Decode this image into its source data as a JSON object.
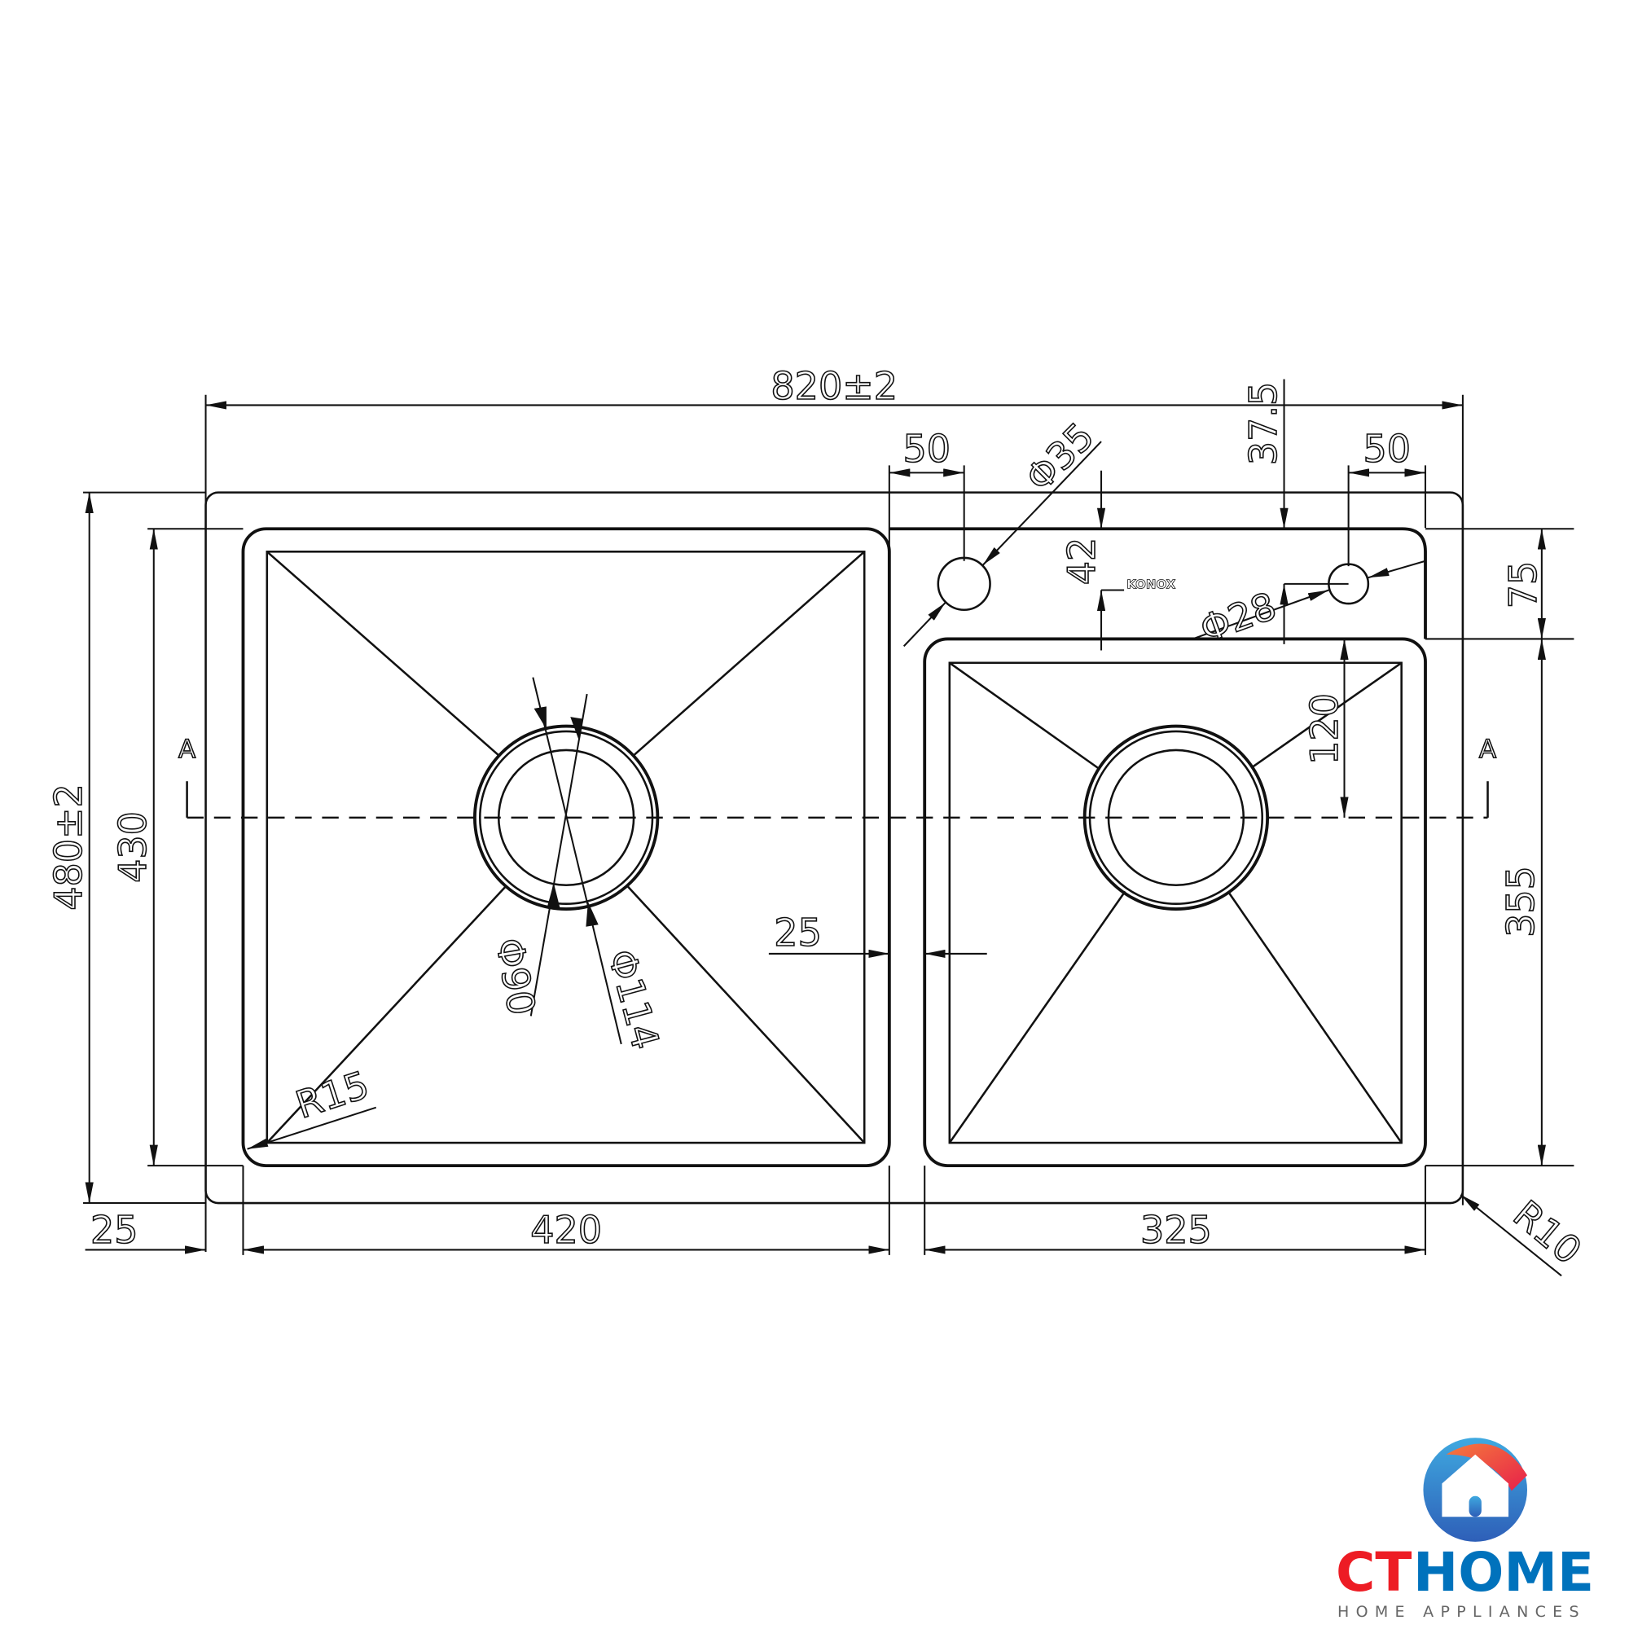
{
  "drawing": {
    "dimensions": {
      "overall_width": "820±2",
      "overall_depth": "480±2",
      "bowl_depth_left": "430",
      "edge_offset": "25",
      "left_bowl_width": "420",
      "right_bowl_width": "325",
      "divider_width": "25",
      "tap_hole_offset_left": "50",
      "tap_hole_offset_right": "50",
      "tap_hole_large_dia": "Φ35",
      "tap_hole_small_dia": "Φ28",
      "hole_to_edge": "37.5",
      "logo_offset": "42",
      "deck_depth": "75",
      "right_bowl_depth": "355",
      "drain_offset": "120",
      "drain_inner_dia": "Φ90",
      "drain_outer_dia": "Φ114",
      "inner_radius": "R15",
      "outer_radius": "R10"
    },
    "section_marks": [
      "A",
      "A"
    ],
    "engraved_logo": "KONOX"
  },
  "logo": {
    "brand_red": "CT",
    "brand_blue": "HOME",
    "tagline": "HOME APPLIANCES",
    "colors": {
      "red": "#ED1C24",
      "blue": "#0072BC",
      "orange": "#F47B3C",
      "sky": "#3FA9E0"
    }
  }
}
